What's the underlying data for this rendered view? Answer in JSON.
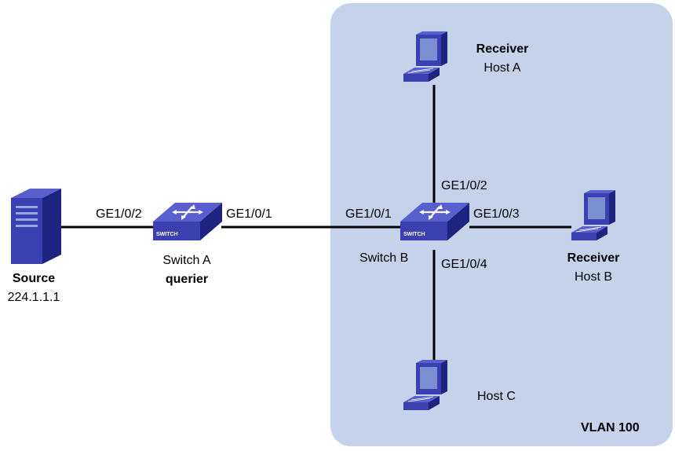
{
  "colors": {
    "vlan_fill": "#c5d2ea",
    "link": "#000000",
    "device_blue": "#3b3fb0",
    "device_dark": "#1f2380",
    "screen": "#7a8fd0"
  },
  "vlan": {
    "label": "VLAN 100"
  },
  "source": {
    "role": "Source",
    "address": "224.1.1.1",
    "icon": "server-icon"
  },
  "switch_a": {
    "name": "Switch A",
    "role": "querier",
    "badge": "SWITCH",
    "icon": "switch-icon",
    "port_left": "GE1/0/2",
    "port_right": "GE1/0/1"
  },
  "switch_b": {
    "name": "Switch B",
    "badge": "SWITCH",
    "icon": "switch-icon",
    "port_left": "GE1/0/1",
    "port_up": "GE1/0/2",
    "port_right": "GE1/0/3",
    "port_down": "GE1/0/4"
  },
  "host_a": {
    "role": "Receiver",
    "name": "Host A",
    "icon": "computer-icon"
  },
  "host_b": {
    "role": "Receiver",
    "name": "Host B",
    "icon": "computer-icon"
  },
  "host_c": {
    "name": "Host C",
    "icon": "computer-icon"
  }
}
